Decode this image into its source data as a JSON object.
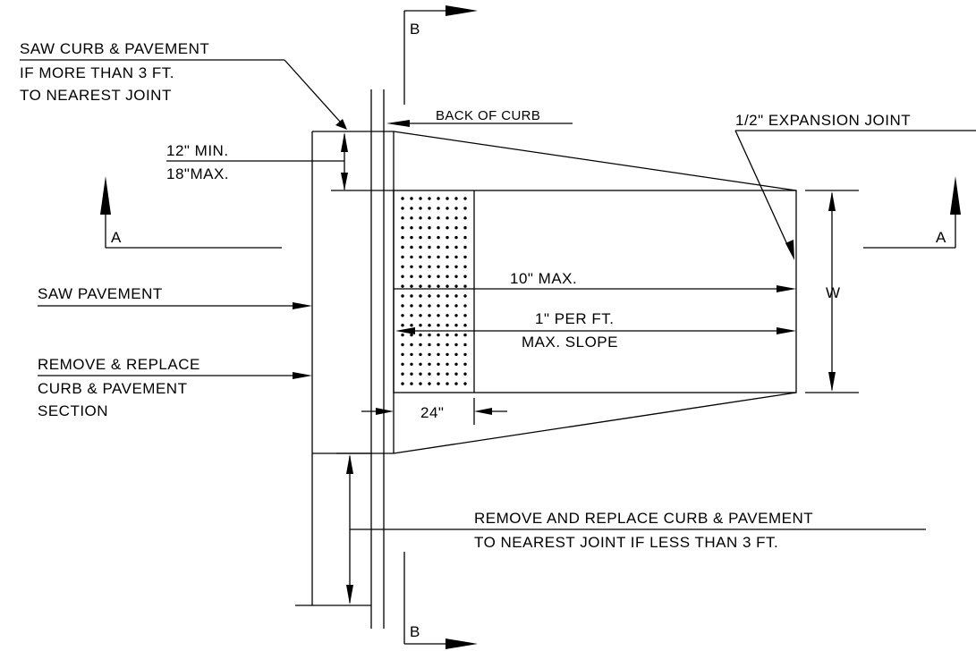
{
  "labels": {
    "saw_curb_line1": "SAW CURB & PAVEMENT",
    "saw_curb_line2": "IF MORE THAN 3 FT.",
    "saw_curb_line3": "TO NEAREST JOINT",
    "min_dim": "12\" MIN.",
    "max_dim": "18\"MAX.",
    "back_of_curb": "BACK OF CURB",
    "expansion_joint": "1/2\" EXPANSION JOINT",
    "saw_pavement": "SAW PAVEMENT",
    "remove_replace_line1": "REMOVE & REPLACE",
    "remove_replace_line2": "CURB & PAVEMENT",
    "remove_replace_line3": "SECTION",
    "ten_max": "10\" MAX.",
    "slope_line1": "1\" PER FT.",
    "slope_line2": "MAX. SLOPE",
    "width_w": "W",
    "dim_24": "24\"",
    "remove_nearest_line1": "REMOVE AND REPLACE CURB & PAVEMENT",
    "remove_nearest_line2": "TO NEAREST JOINT IF LESS THAN 3 FT.",
    "section_b_top": "B",
    "section_b_bottom": "B",
    "section_a_left": "A",
    "section_a_right": "A"
  }
}
